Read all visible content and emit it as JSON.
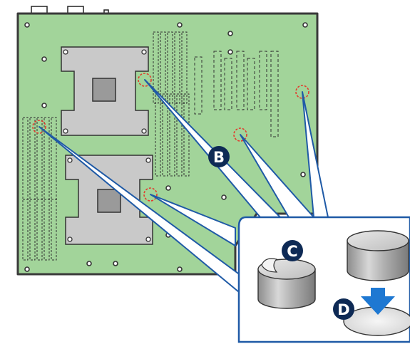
{
  "diagram": {
    "callouts": [
      {
        "id": "B",
        "label": "B"
      },
      {
        "id": "C",
        "label": "C"
      },
      {
        "id": "D",
        "label": "D"
      }
    ]
  },
  "colors": {
    "board": "#a2d49a",
    "board_edge": "#3a3a3a",
    "socket": "#c9c9c9",
    "callout_blue": "#1f5aa6",
    "callout_badge": "#0e2a55",
    "marker_red": "#e23b2e",
    "inset_border": "#1f5aa6",
    "arrow_blue": "#1e78d2"
  }
}
